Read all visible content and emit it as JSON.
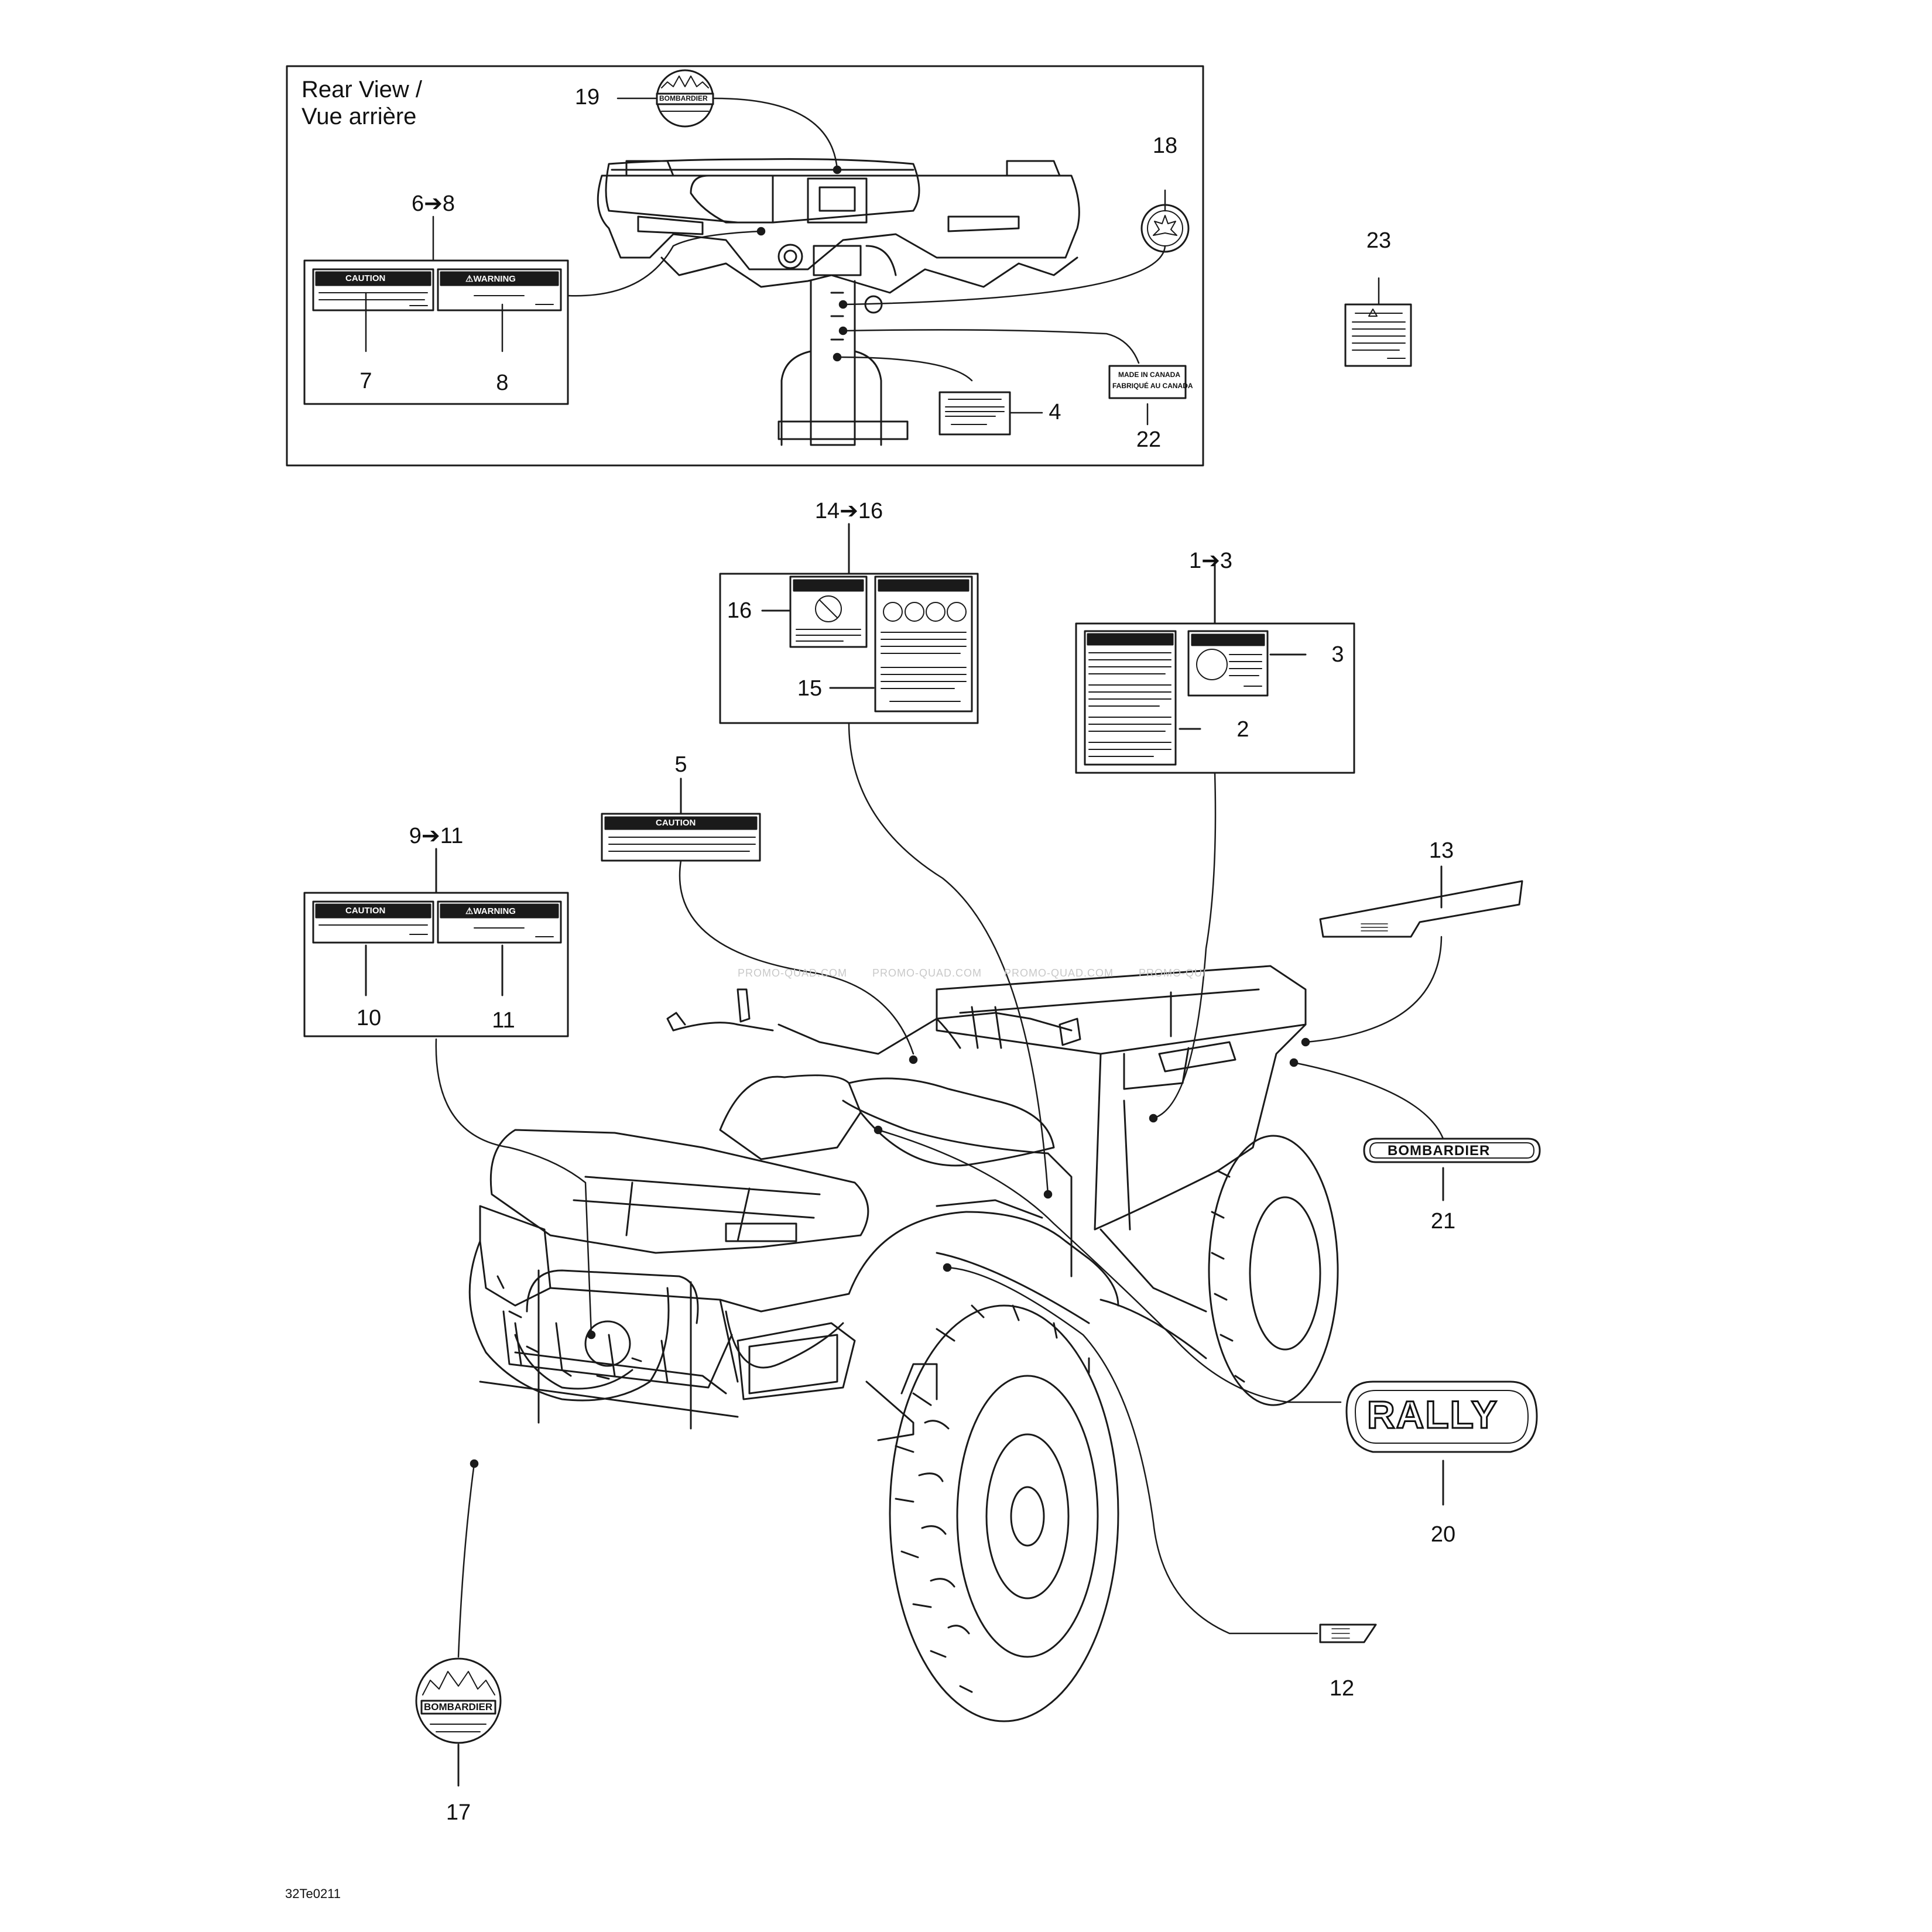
{
  "rear_view": {
    "title_line1": "Rear View /",
    "title_line2": "Vue arrière"
  },
  "callouts": {
    "c1_3": "1➔3",
    "c2": "2",
    "c3": "3",
    "c4": "4",
    "c5": "5",
    "c6_8": "6➔8",
    "c7": "7",
    "c8": "8",
    "c9_11": "9➔11",
    "c10": "10",
    "c11": "11",
    "c12": "12",
    "c13": "13",
    "c14_16": "14➔16",
    "c15": "15",
    "c16": "16",
    "c17": "17",
    "c18": "18",
    "c19": "19",
    "c20": "20",
    "c21": "21",
    "c22": "22",
    "c23": "23"
  },
  "decals": {
    "caution": "CAUTION",
    "warning": "⚠WARNING",
    "made_in_canada_1": "MADE IN CANADA",
    "made_in_canada_2": "FABRIQUÉ AU CANADA",
    "bombardier": "BOMBARDIER",
    "rally": "RALLY"
  },
  "watermarks": [
    "PROMO-QUAD.COM",
    "PROMO-QUAD.COM",
    "PROMO-QUAD.COM",
    "PROMO-QU/"
  ],
  "figure_code": "32Te0211"
}
